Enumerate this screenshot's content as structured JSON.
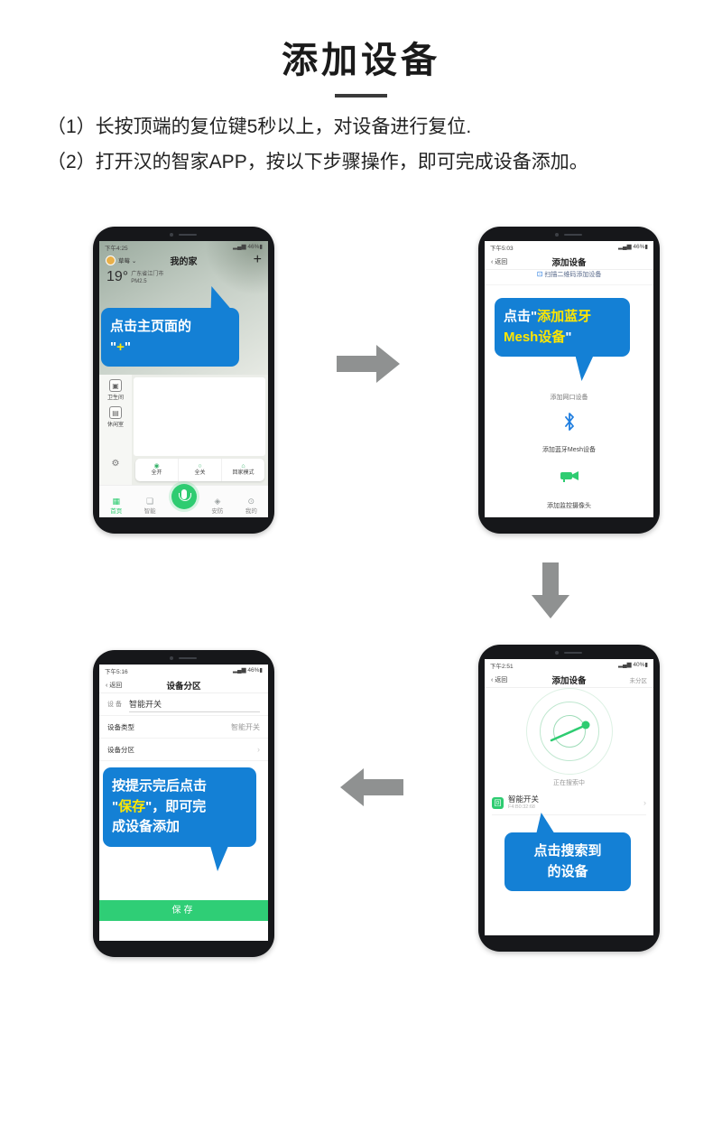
{
  "page": {
    "title": "添加设备",
    "step1": "（1）长按顶端的复位键5秒以上，对设备进行复位.",
    "step2": "（2）打开汉的智家APP，按以下步骤操作，即可完成设备添加。"
  },
  "colors": {
    "bubble_blue": "#1480d5",
    "highlight_yellow": "#ffe600",
    "brand_green": "#2ecc71",
    "arrow_gray": "#8f9191"
  },
  "phone1": {
    "status_time": "下午4:25",
    "status_icons": "▂▄▆ 46%▮",
    "user_name": "草莓",
    "user_caret": "⌄",
    "header_title": "我的家",
    "add_button": "+",
    "temperature": "19°",
    "city": "广东省江门市",
    "air": "PM2.5",
    "bubble": {
      "line1": "点击主页面的",
      "quote_open": "\"",
      "highlight": "+",
      "quote_close": "\""
    },
    "rooms": [
      {
        "icon": "▣",
        "label": "卫生间"
      },
      {
        "icon": "▤",
        "label": "休闲室"
      }
    ],
    "gear_icon": "⚙",
    "quick_actions": [
      {
        "icon": "◉",
        "label": "全开"
      },
      {
        "icon": "○",
        "label": "全关"
      },
      {
        "icon": "⌂",
        "label": "回家模式"
      }
    ],
    "nav": [
      {
        "icon": "▦",
        "label": "首页"
      },
      {
        "icon": "❏",
        "label": "智能"
      },
      {
        "icon": "◈",
        "label": "安防"
      },
      {
        "icon": "⊙",
        "label": "我的"
      }
    ]
  },
  "phone2": {
    "status_time": "下午5:03",
    "status_icons": "▂▄▆ 46%▮",
    "back": "‹ 返回",
    "header_title": "添加设备",
    "scan_icon": "⊡",
    "scan_label": "扫描二维码添加设备",
    "bubble": {
      "pre": "点击\"",
      "highlight1": "添加蓝牙",
      "highlight2": "Mesh设备",
      "post": "\""
    },
    "item_network": "添加网口设备",
    "item_mesh": "添加蓝牙Mesh设备",
    "item_camera": "添加监控摄像头"
  },
  "phone3": {
    "status_time": "下午2:51",
    "status_icons": "▂▄▆ 40%▮",
    "back": "‹ 返回",
    "header_title": "添加设备",
    "header_right": "未分区",
    "searching_label": "正在搜索中",
    "device_icon": "回",
    "device_name": "智能开关",
    "device_id": "F4:B0:32:68",
    "chevron": "›",
    "bubble": {
      "line1": "点击搜索到",
      "line2": "的设备"
    }
  },
  "phone4": {
    "status_time": "下午5:16",
    "status_icons": "▂▄▆ 46%▮",
    "back": "‹ 返回",
    "header_title": "设备分区",
    "field_device_label": "设 备",
    "field_device_value": "智能开关",
    "field_type_label": "设备类型",
    "field_type_value": "智能开关",
    "field_zone_label": "设备分区",
    "chevron": "›",
    "bubble": {
      "line1": "按提示完后点击",
      "quote_open": "\"",
      "highlight": "保存",
      "mid": "\"，即可完",
      "line3": "成设备添加"
    },
    "save_button": "保存"
  }
}
